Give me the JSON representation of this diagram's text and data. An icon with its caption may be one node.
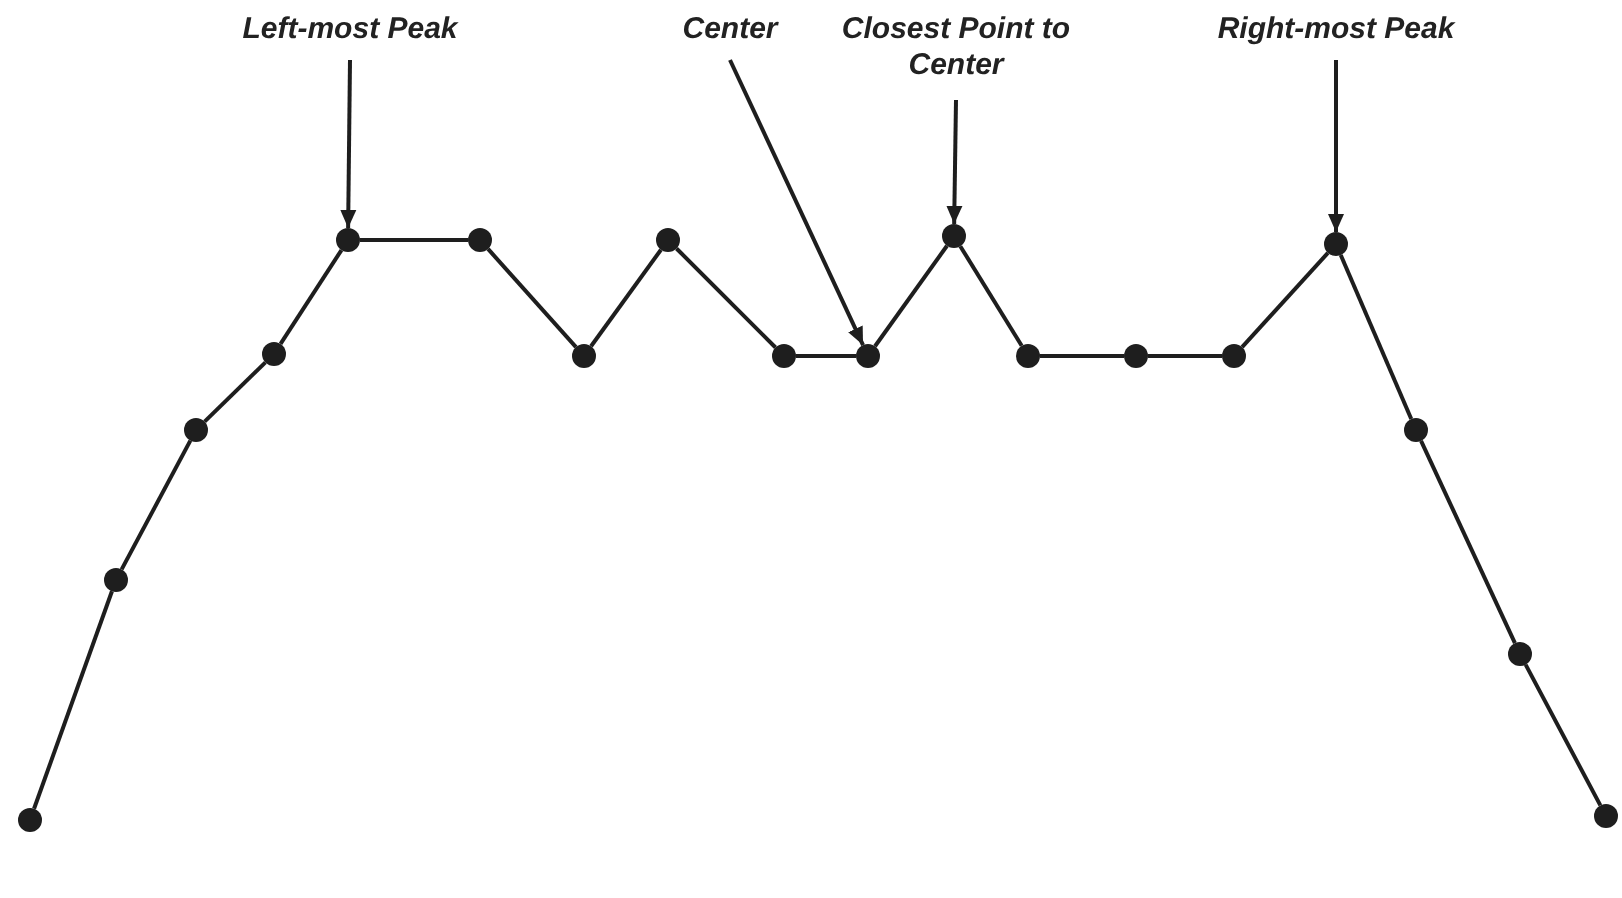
{
  "diagram": {
    "nodes": [
      {
        "text": [
          "Left-most Peak"
        ]
      },
      {
        "text": [
          "Center"
        ]
      },
      {
        "text": [
          "Closest Point to Center"
        ]
      },
      {
        "text": [
          "Right-most Peak"
        ]
      },
      {
        "text": [],
        "shape": "circle"
      },
      {
        "text": [],
        "shape": "circle"
      },
      {
        "text": [],
        "shape": "circle"
      },
      {
        "text": [],
        "shape": "circle"
      },
      {
        "text": [],
        "shape": "circle"
      },
      {
        "text": [],
        "shape": "circle"
      },
      {
        "text": [],
        "shape": "circle"
      },
      {
        "text": [],
        "shape": "circle"
      },
      {
        "text": [],
        "shape": "circle"
      },
      {
        "text": [],
        "shape": "circle"
      },
      {
        "text": [],
        "shape": "circle"
      },
      {
        "text": [],
        "shape": "circle"
      },
      {
        "text": [],
        "shape": "circle"
      },
      {
        "text": [],
        "shape": "circle"
      },
      {
        "text": [],
        "shape": "circle"
      },
      {
        "text": [],
        "shape": "circle"
      },
      {
        "text": [],
        "shape": "circle"
      },
      {
        "text": [],
        "shape": "circle"
      }
    ],
    "edges": [
      {
        "from": 0,
        "to": 8,
        "arrow": "to"
      },
      {
        "from": 1,
        "to": 13,
        "arrow": "to"
      },
      {
        "from": 2,
        "to": 14,
        "arrow": "to"
      },
      {
        "from": 3,
        "to": 18,
        "arrow": "to"
      },
      {
        "from": 4,
        "to": 5,
        "arrow": "none"
      },
      {
        "from": 5,
        "to": 6,
        "arrow": "none"
      },
      {
        "from": 6,
        "to": 7,
        "arrow": "none"
      },
      {
        "from": 7,
        "to": 8,
        "arrow": "none"
      },
      {
        "from": 8,
        "to": 9,
        "arrow": "none"
      },
      {
        "from": 9,
        "to": 10,
        "arrow": "none"
      },
      {
        "from": 10,
        "to": 11,
        "arrow": "none"
      },
      {
        "from": 11,
        "to": 12,
        "arrow": "none"
      },
      {
        "from": 12,
        "to": 13,
        "arrow": "none"
      },
      {
        "from": 13,
        "to": 14,
        "arrow": "none"
      },
      {
        "from": 14,
        "to": 15,
        "arrow": "none"
      },
      {
        "from": 15,
        "to": 16,
        "arrow": "none"
      },
      {
        "from": 16,
        "to": 17,
        "arrow": "none"
      },
      {
        "from": 17,
        "to": 18,
        "arrow": "none"
      },
      {
        "from": 18,
        "to": 19,
        "arrow": "none"
      },
      {
        "from": 19,
        "to": 20,
        "arrow": "none"
      },
      {
        "from": 20,
        "to": 21,
        "arrow": "none"
      }
    ]
  }
}
